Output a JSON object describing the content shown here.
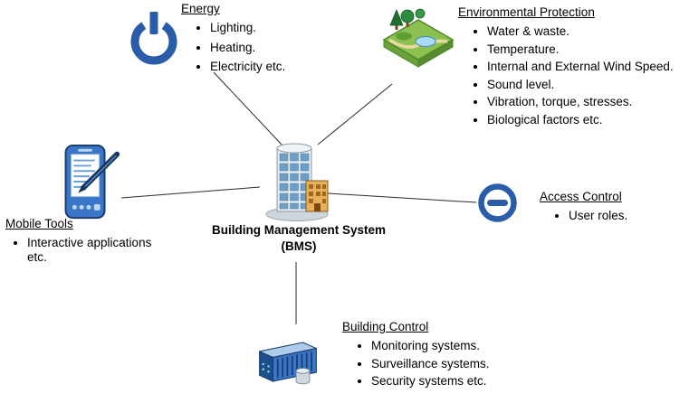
{
  "diagram": {
    "center": {
      "title_line1": "Building Management System",
      "title_line2": "(BMS)"
    },
    "energy": {
      "title": "Energy",
      "items": [
        "Lighting.",
        "Heating.",
        "Electricity etc."
      ]
    },
    "environmental": {
      "title": "Environmental Protection",
      "items": [
        "Water & waste.",
        "Temperature.",
        "Internal and External Wind Speed.",
        "Sound level.",
        "Vibration, torque, stresses.",
        "Biological factors etc."
      ]
    },
    "mobile": {
      "title": "Mobile Tools",
      "items": [
        "Interactive applications etc."
      ]
    },
    "access": {
      "title": "Access Control",
      "items": [
        "User roles."
      ]
    },
    "building_control": {
      "title": "Building Control",
      "items": [
        "Monitoring systems.",
        "Surveillance systems.",
        "Security systems etc."
      ]
    }
  },
  "icons": {
    "center": "building-icon",
    "energy": "power-icon",
    "environmental": "nature-map-icon",
    "mobile": "mobile-device-icon",
    "access": "no-entry-icon",
    "building_control": "server-icon"
  },
  "colors": {
    "icon_blue": "#2a5caa",
    "map_green": "#8cc152",
    "server_blue": "#3a76c8",
    "building_orange": "#e8b05c",
    "connector": "#2b2b2b",
    "text": "#000000"
  }
}
